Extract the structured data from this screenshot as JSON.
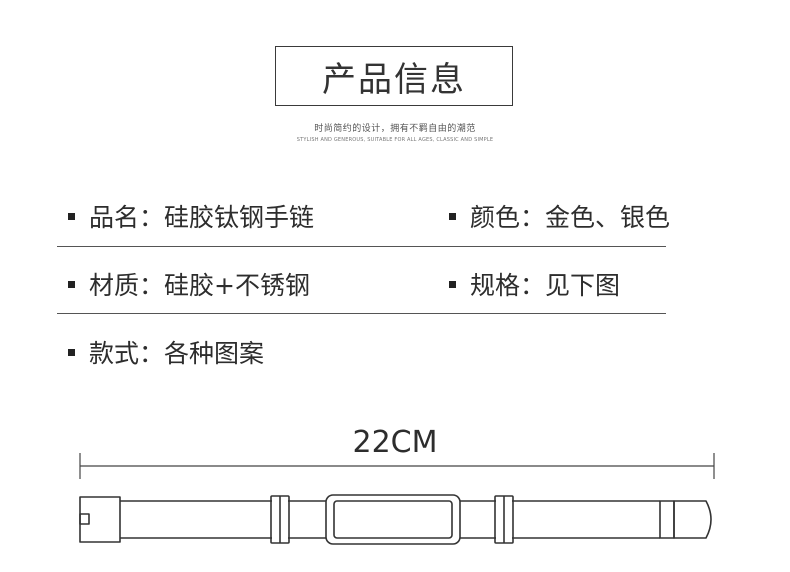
{
  "header": {
    "title": "产品信息",
    "subtitle_cn": "时尚简约的设计，拥有不羁自由的潮范",
    "subtitle_en": "STYLISH AND GENEROUS, SUITABLE FOR ALL AGES, CLASSIC AND SIMPLE"
  },
  "specs": [
    {
      "label": "品名",
      "value": "硅胶钛钢手链"
    },
    {
      "label": "颜色",
      "value": "金色、银色"
    },
    {
      "label": "材质",
      "value": "硅胶+不锈钢"
    },
    {
      "label": "规格",
      "value": "见下图"
    },
    {
      "label": "款式",
      "value": "各种图案"
    }
  ],
  "separator": "：",
  "dimension": {
    "label": "22CM"
  },
  "colors": {
    "text": "#2d2d2d",
    "line": "#555555",
    "outline": "#333333"
  },
  "icons": [
    "bullet-square-icon",
    "bracelet-drawing-icon"
  ]
}
